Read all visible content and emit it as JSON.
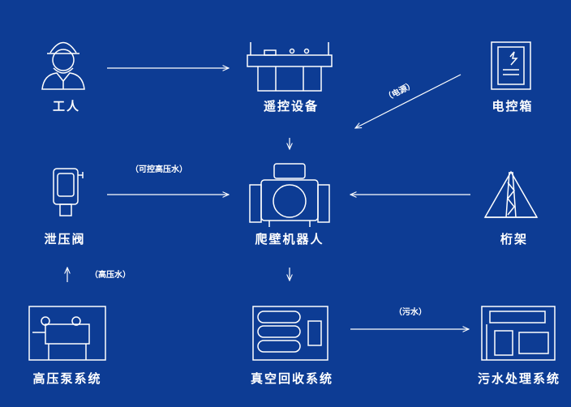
{
  "nodes": {
    "worker": "工人",
    "remote": "遥控设备",
    "ebox": "电控箱",
    "valve": "泄压阀",
    "robot": "爬壁机器人",
    "truss": "桁架",
    "pump": "高压泵系统",
    "vacuum": "真空回收系统",
    "sewage": "污水处理系统"
  },
  "edges": {
    "power": "（电源）",
    "ctrl_water": "（可控高压水）",
    "hp_water": "（高压水）",
    "dirty_water": "（污水）"
  },
  "colors": {
    "background": "#0d3c94",
    "line": "#ffffff"
  }
}
